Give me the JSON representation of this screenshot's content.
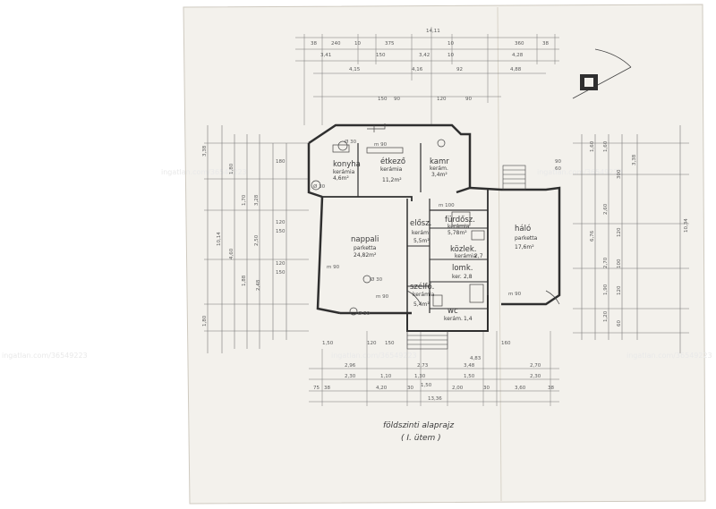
{
  "title": "földszinti alaprajz",
  "subtitle": "( I. ütem )",
  "watermark": "ingatlan.com/36549223",
  "rooms": [
    {
      "key": "konyha",
      "name": "konyha",
      "floor": "kerámia",
      "area": "4,6m²"
    },
    {
      "key": "etkezo",
      "name": "étkező",
      "floor": "kerámia",
      "area": "11,2m²"
    },
    {
      "key": "kamra",
      "name": "kamr",
      "floor": "kerám.",
      "area": "3,4m²"
    },
    {
      "key": "nappali",
      "name": "nappali",
      "floor": "parketta",
      "area": "24,82m²"
    },
    {
      "key": "eloszoba",
      "name": "elősz.",
      "floor": "kerám.",
      "area": "5,5m²"
    },
    {
      "key": "furdo",
      "name": "fürdősz.",
      "floor": "kerámia",
      "area": "5,78m²"
    },
    {
      "key": "kozlek",
      "name": "közlek.",
      "floor": "kerámia",
      "area": "2,7"
    },
    {
      "key": "lomkamra",
      "name": "lomk.",
      "floor": "ker.",
      "area": "2,8"
    },
    {
      "key": "szelfogo",
      "name": "szélfő.",
      "floor": "kerámia",
      "area": "5,4m²"
    },
    {
      "key": "wc",
      "name": "wc",
      "floor": "kerám.",
      "area": "1,4"
    },
    {
      "key": "halo",
      "name": "háló",
      "floor": "parketta",
      "area": "17,6m²"
    }
  ],
  "dims": {
    "top_total": "14,11",
    "top_row1": [
      "38",
      "240",
      "10",
      "375",
      "10",
      "",
      "360",
      "38"
    ],
    "top_row2": [
      "3,41",
      "150",
      "3,42",
      "10",
      "4,28"
    ],
    "top_row3": [
      "4,15",
      "4,16",
      "92",
      "4,88"
    ],
    "top_row4": [
      "150",
      "90",
      "120",
      "90"
    ],
    "bottom_row1": [
      "2,96",
      "2,73",
      "3,48",
      "2,70"
    ],
    "bottom_row2": [
      "2,30",
      "1,10",
      "1,30",
      "1,50",
      "2,30"
    ],
    "bottom_row3": [
      "75",
      "38",
      "4,20",
      "30",
      "2,00",
      "30",
      "3,60",
      "38"
    ],
    "bottom_row4": [
      "13,36"
    ],
    "bottom_row5": [
      "1,50",
      "120",
      "150",
      "160"
    ],
    "left_outer": [
      "3,38",
      "10,14",
      "4,60",
      "2,48",
      "1,80"
    ],
    "left_inner": [
      "180",
      "120",
      "150",
      "120",
      "150"
    ],
    "left_mid": [
      "1,80",
      "3,28",
      "2,50",
      "1,70",
      "1,88"
    ],
    "right_outer": [
      "3,38",
      "6,76",
      "10,34",
      "1,60"
    ],
    "right_inner": [
      "90",
      "60",
      "300",
      "120",
      "100",
      "120",
      "60"
    ],
    "right_mid": [
      "1,60",
      "2,60",
      "2,70",
      "1,90",
      "1,20"
    ]
  },
  "labels": {
    "m90_top": "m 90",
    "m90_left": "m 90",
    "m90_bottom": "m 90",
    "m90_right": "m 90",
    "m100": "m 100",
    "ext1": "Ø 30",
    "ext2": "Ø 30",
    "ext3": "Ø 30",
    "ext4": "Ø 50",
    "depth1": "4,83",
    "depth2": "1,50"
  }
}
